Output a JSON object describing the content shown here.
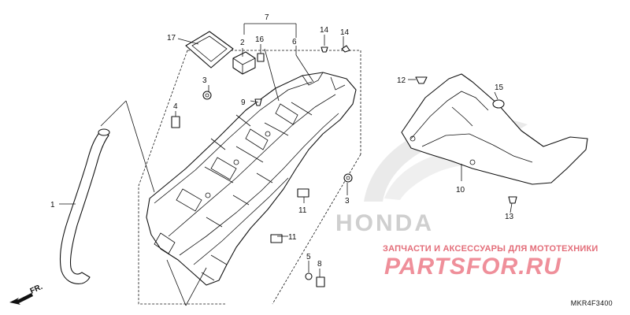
{
  "diagram": {
    "callouts": {
      "c1": "1",
      "c2": "2",
      "c3a": "3",
      "c3b": "3",
      "c4": "4",
      "c5": "5",
      "c6": "6",
      "c7": "7",
      "c8": "8",
      "c9": "9",
      "c10": "10",
      "c11a": "11",
      "c11b": "11",
      "c12": "12",
      "c13": "13",
      "c14a": "14",
      "c14b": "14",
      "c15": "15",
      "c16": "16",
      "c17": "17"
    },
    "direction_label": "FR.",
    "drawing_code": "MKR4F3400"
  },
  "watermark": {
    "brand": "HONDA",
    "tagline": "ЗАПЧАСТИ И АКСЕССУАРЫ ДЛЯ МОТОТЕХНИКИ",
    "logo_text": "PARTSFOR.RU",
    "logo_color": "#ef8f9a",
    "tagline_color": "#e36d79"
  }
}
